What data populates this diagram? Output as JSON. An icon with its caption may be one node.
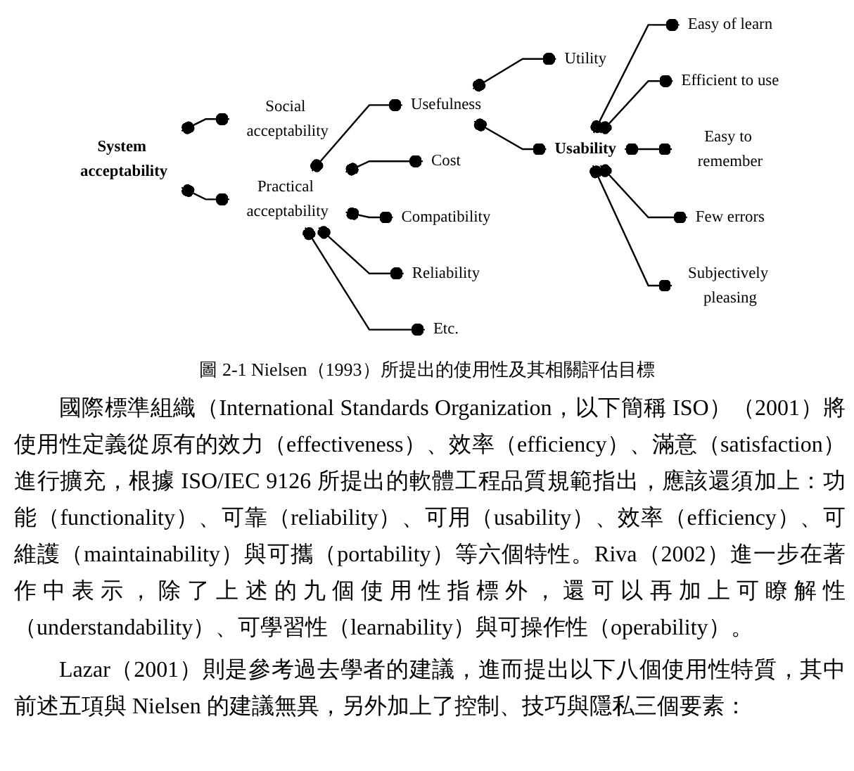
{
  "diagram": {
    "caption": "圖 2-1 Nielsen（1993）所提出的使用性及其相關評估目標",
    "nodes": [
      {
        "text": [
          "System acceptability"
        ]
      },
      {
        "text": [
          "Social acceptability"
        ]
      },
      {
        "text": [
          "Practical acceptability"
        ]
      },
      {
        "text": [
          "Usefulness"
        ]
      },
      {
        "text": [
          "Utility"
        ]
      },
      {
        "text": [
          "Usability"
        ]
      },
      {
        "text": [
          "Easy of learn"
        ]
      },
      {
        "text": [
          "Efficient to use"
        ]
      },
      {
        "text": [
          "Easy to remember"
        ]
      },
      {
        "text": [
          "Few errors"
        ]
      },
      {
        "text": [
          "Subjectively pleasing"
        ]
      },
      {
        "text": [
          "Cost"
        ]
      },
      {
        "text": [
          "Compatibility"
        ]
      },
      {
        "text": [
          "Reliability"
        ]
      },
      {
        "text": [
          "Etc."
        ]
      }
    ],
    "edges": [
      {
        "from": 0,
        "to": 1,
        "arrow": "other"
      },
      {
        "from": 0,
        "to": 2,
        "arrow": "other"
      },
      {
        "from": 2,
        "to": 3,
        "arrow": "other"
      },
      {
        "from": 3,
        "to": 4,
        "arrow": "other"
      },
      {
        "from": 3,
        "to": 5,
        "arrow": "other"
      },
      {
        "from": 5,
        "to": 6,
        "arrow": "other"
      },
      {
        "from": 5,
        "to": 7,
        "arrow": "other"
      },
      {
        "from": 5,
        "to": 8,
        "arrow": "other"
      },
      {
        "from": 5,
        "to": 9,
        "arrow": "other"
      },
      {
        "from": 5,
        "to": 10,
        "arrow": "other"
      },
      {
        "from": 2,
        "to": 11,
        "arrow": "other"
      },
      {
        "from": 2,
        "to": 12,
        "arrow": "other"
      },
      {
        "from": 2,
        "to": 13,
        "arrow": "other"
      },
      {
        "from": 2,
        "to": 14,
        "arrow": "other"
      }
    ],
    "labels": [
      "國際標準組織（International Standards Organization，以下簡稱 ISO）（2001）將使用性定義從原有的效力（effectiveness）、效率（efficiency）、滿意（satisfaction）進行擴充，根據 ISO/IEC 9126 所提出的軟體工程品質規範指出，應該還須加上：功能（functionality）、可靠（reliability）、可用（usability）、效率（efficiency）、可維護（maintainability）與可攜（portability）等六個特性。Riva（2002）進一步在著作中表示，除了上述的九個使用性指標外，還可以再加上可瞭解性（understandability）、可學習性（learnability）與可操作性（operability）。",
      "Lazar（2001）則是參考過去學者的建議，進而提出以下八個使用性特質，其中前述五項與 Nielsen 的建議無異，另外加上了控制、技巧與隱私三個要素："
    ]
  }
}
